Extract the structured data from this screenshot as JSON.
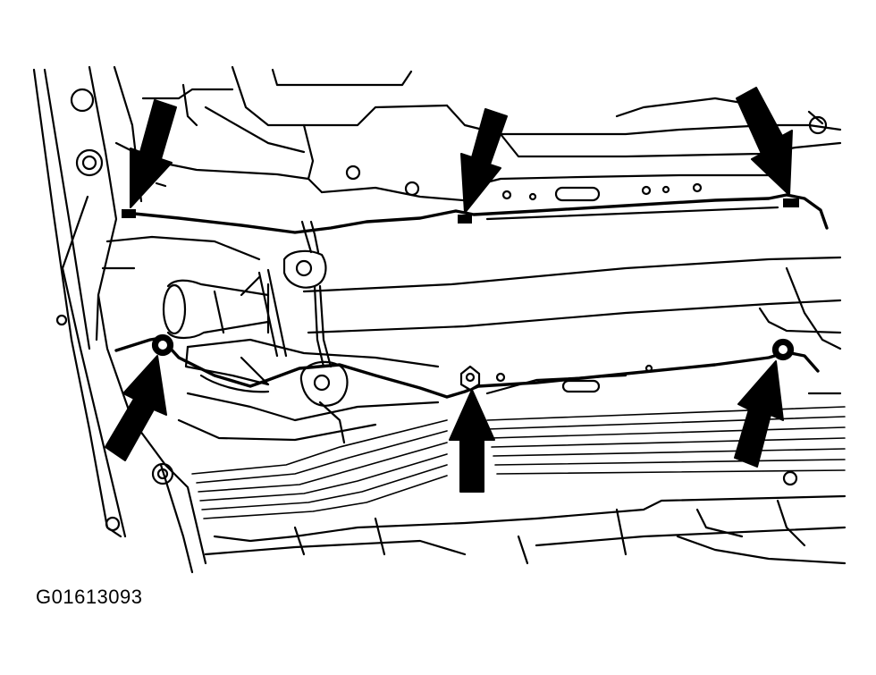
{
  "figure": {
    "id_label": "G01613093"
  },
  "colors": {
    "ink": "#000000",
    "paper": "#ffffff"
  },
  "callouts": {
    "arrow_count": 6,
    "points_to": [
      "harness-clip",
      "harness-clip",
      "harness-clip",
      "bolt",
      "bolt",
      "bolt"
    ]
  }
}
